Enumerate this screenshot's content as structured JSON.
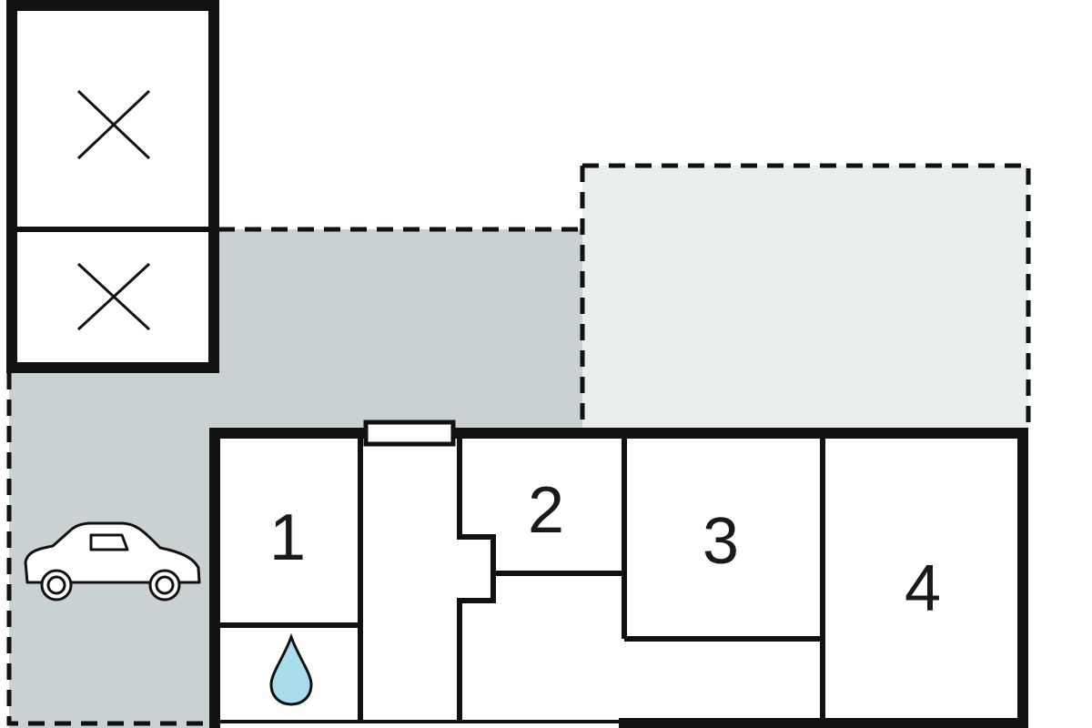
{
  "floorplan": {
    "rooms": [
      {
        "id": "room-1",
        "label": "1"
      },
      {
        "id": "room-2",
        "label": "2"
      },
      {
        "id": "room-3",
        "label": "3"
      },
      {
        "id": "room-4",
        "label": "4"
      }
    ],
    "icons": [
      "car-icon",
      "water-drop-icon",
      "cross-marker-icon"
    ],
    "colors": {
      "wall": "#111111",
      "parking_area": "#c9d1d2",
      "terrace_area": "#e8eded",
      "water_drop": "#a8dde9",
      "background": "#ffffff"
    }
  }
}
